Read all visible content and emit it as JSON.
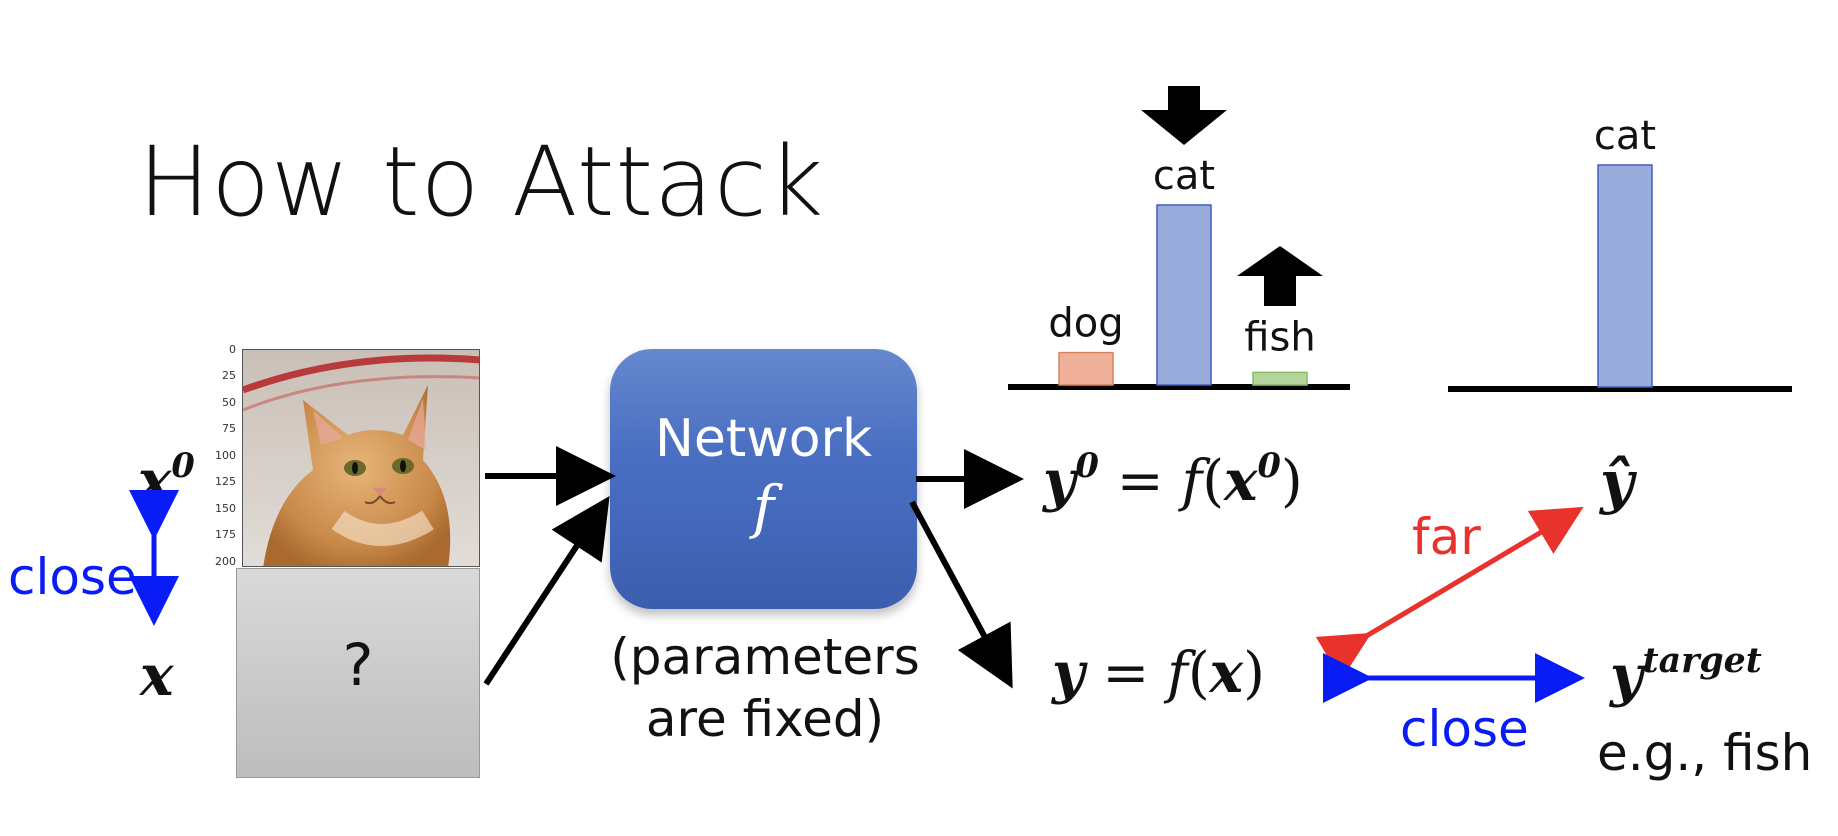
{
  "slide": {
    "title": "How to Attack"
  },
  "left": {
    "x0_base": "x",
    "x0_sup": "0",
    "x_label": "x",
    "close_label": "close",
    "question_mark": "?",
    "image_axis_ticks": [
      "0",
      "25",
      "50",
      "75",
      "100",
      "125",
      "150",
      "175",
      "200"
    ]
  },
  "network": {
    "name": "Network",
    "func": "f",
    "caption_line1": "(parameters",
    "caption_line2": "are fixed)"
  },
  "outputs": {
    "y0_eq": {
      "lhs_base": "y",
      "lhs_sup": "0",
      "eq": " = ",
      "f": "f",
      "open": "(",
      "arg_base": "x",
      "arg_sup": "0",
      "close": ")"
    },
    "y_eq": {
      "lhs": "y",
      "eq": " = ",
      "f": "f",
      "open": "(",
      "arg": "x",
      "close": ")"
    },
    "yhat": "ŷ",
    "ytarget_base": "y",
    "ytarget_sup": "target",
    "eg_fish": "e.g., fish",
    "far_label": "far",
    "close_label": "close"
  },
  "colors": {
    "red": "#e8322b",
    "blue": "#0a1cf5",
    "bar_cat": "#9aacdb",
    "bar_dog": "#efb09a",
    "bar_fish": "#b4d59c"
  },
  "chart_data": [
    {
      "type": "bar",
      "categories": [
        "dog",
        "cat",
        "fish"
      ],
      "values": [
        0.18,
        1.0,
        0.07
      ],
      "annotations": [
        "",
        "down-arrow",
        "up-arrow"
      ]
    },
    {
      "type": "bar",
      "categories": [
        "cat"
      ],
      "values": [
        1.0
      ]
    }
  ]
}
